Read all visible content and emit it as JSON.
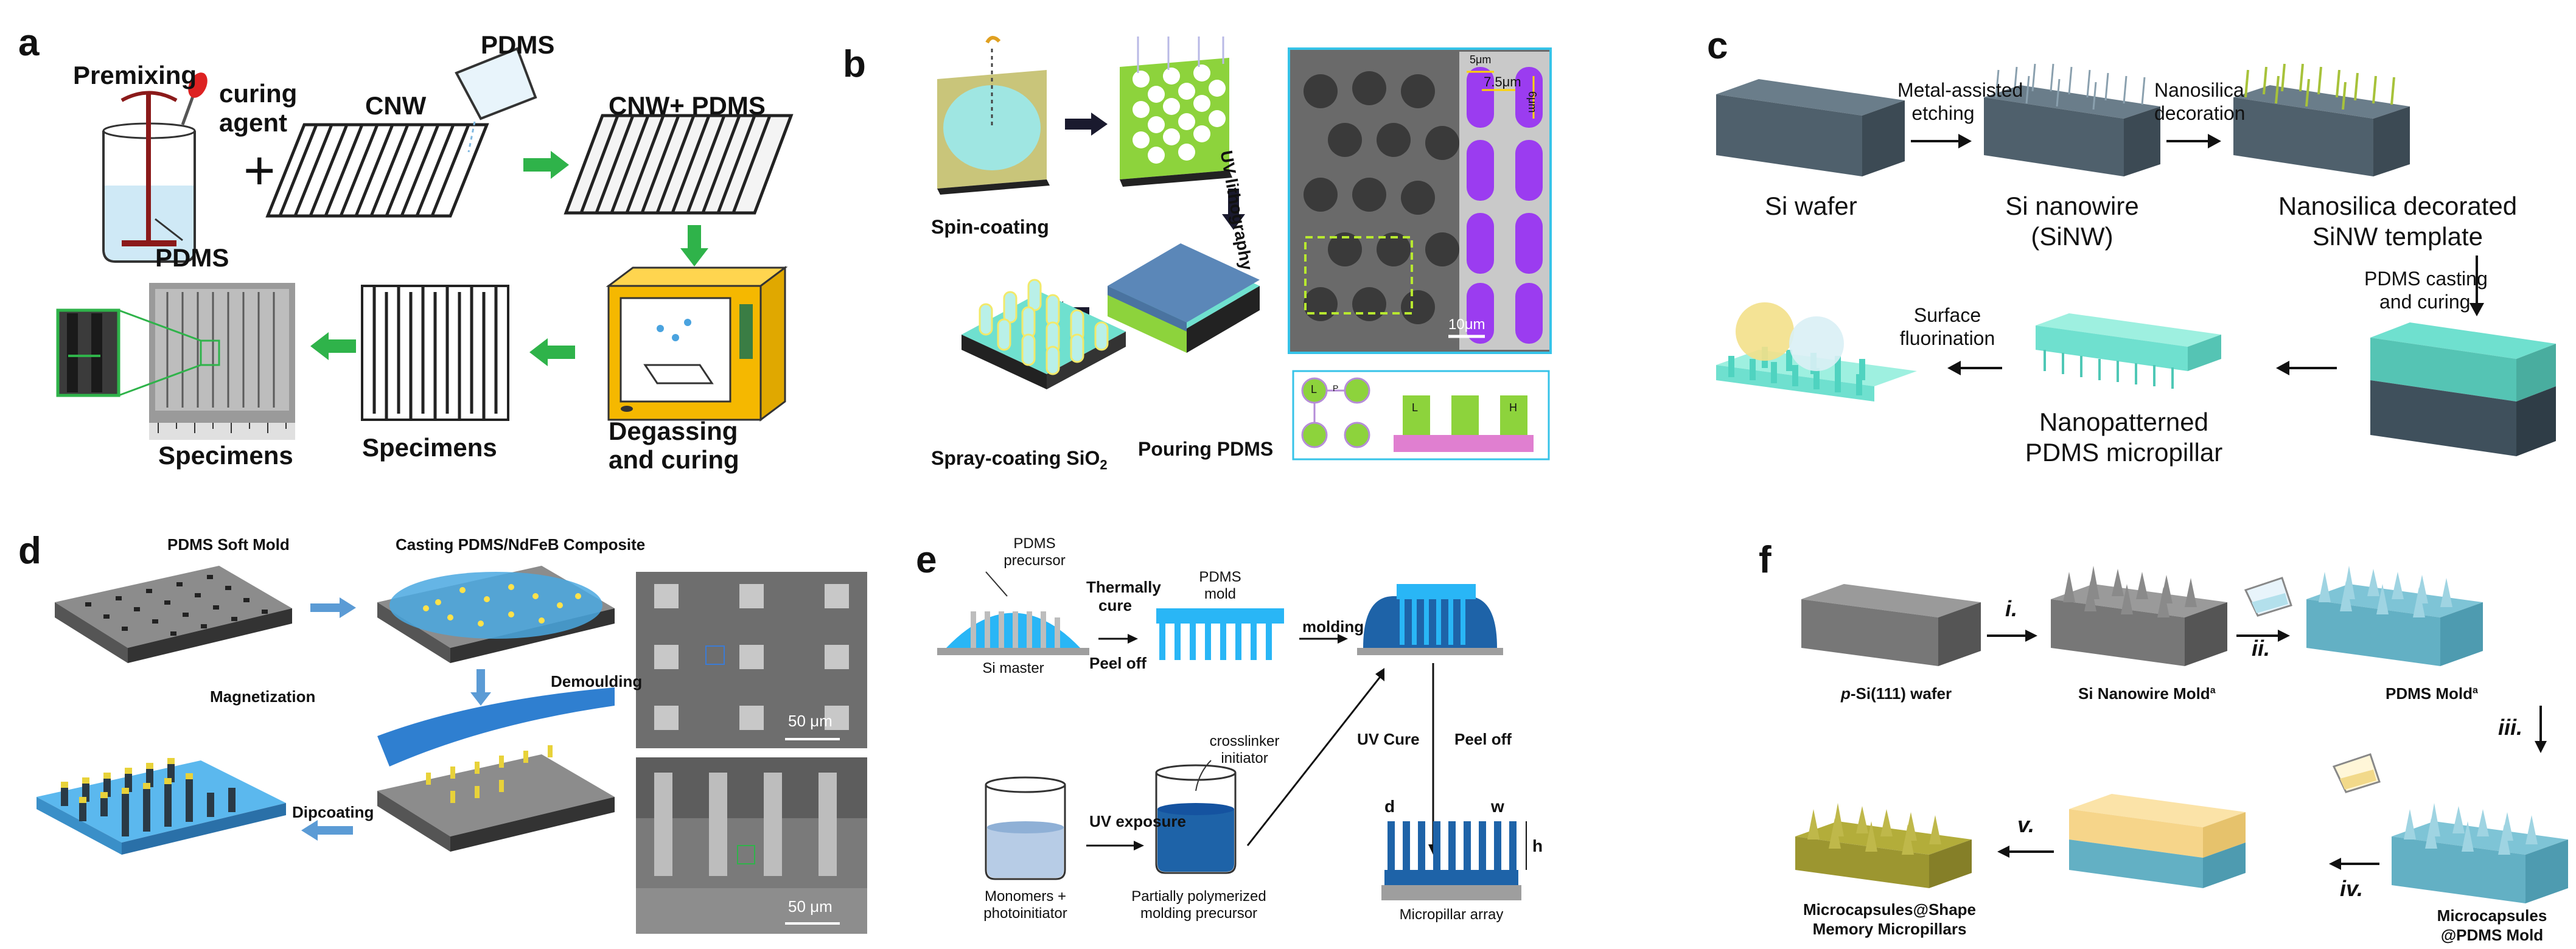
{
  "panels": {
    "a": {
      "letter": "a",
      "premixing": "Premixing",
      "curing_agent_1": "curing",
      "curing_agent_2": "agent",
      "pdms_top": "PDMS",
      "cnw": "CNW",
      "cnw_pdms": "CNW+ PDMS",
      "pdms_beaker": "PDMS",
      "degassing_1": "Degassing",
      "degassing_2": "and curing",
      "specimens_mid": "Specimens",
      "specimens_left": "Specimens",
      "plus": "+"
    },
    "b": {
      "letter": "b",
      "spin_coating": "Spin-coating",
      "uv_lithography": "UV lithography",
      "spray_coating": "Spray-coating SiO",
      "spray_sub": "2",
      "pouring": "Pouring PDMS",
      "dim1": "5μm",
      "dim2": "7.5μm",
      "dim3": "6μm",
      "scale": "10μm",
      "tag_l": "L",
      "tag_p": "P",
      "tag_h": "H"
    },
    "c": {
      "letter": "c",
      "si_wafer": "Si wafer",
      "mae_1": "Metal-assisted",
      "mae_2": "etching",
      "sinw_1": "Si nanowire",
      "sinw_2": "(SiNW)",
      "nano_dec_1": "Nanosilica",
      "nano_dec_2": "decoration",
      "ns_template_1": "Nanosilica decorated",
      "ns_template_2": "SiNW template",
      "casting_1": "PDMS casting",
      "casting_2": "and curing",
      "fluor_1": "Surface",
      "fluor_2": "fluorination",
      "nanopat_1": "Nanopatterned",
      "nanopat_2": "PDMS micropillar"
    },
    "d": {
      "letter": "d",
      "soft_mold": "PDMS Soft Mold",
      "casting": "Casting PDMS/NdFeB Composite",
      "demoulding": "Demoulding",
      "magnetization": "Magnetization",
      "dipcoating": "Dipcoating",
      "scale_top": "50 μm",
      "scale_bottom": "50 μm"
    },
    "e": {
      "letter": "e",
      "pdms_precursor_1": "PDMS",
      "pdms_precursor_2": "precursor",
      "si_master": "Si master",
      "thermally_1": "Thermally",
      "thermally_2": "cure",
      "peel_off_1": "Peel off",
      "pdms_mold_1": "PDMS",
      "pdms_mold_2": "mold",
      "molding": "molding",
      "uv_cure": "UV Cure",
      "peel_off_2": "Peel off",
      "crosslinker_1": "crosslinker",
      "crosslinker_2": "initiator",
      "uv_exposure": "UV exposure",
      "monomers_1": "Monomers +",
      "monomers_2": "photoinitiator",
      "partial_1": "Partially polymerized",
      "partial_2": "molding precursor",
      "d": "d",
      "w": "w",
      "h": "h",
      "array": "Micropillar array"
    },
    "f": {
      "letter": "f",
      "wafer_p": "p",
      "wafer_rest": "-Si(111) wafer",
      "nanowire_mold": "Si Nanowire Mold",
      "pdms_mold": "PDMS Mold",
      "sup_a": "a",
      "step_i": "i.",
      "step_ii": "ii.",
      "step_iii": "iii.",
      "step_iv": "iv.",
      "step_v": "v.",
      "mc_pdms_1": "Microcapsules",
      "mc_pdms_2": "@PDMS Mold",
      "mc_shape_1": "Microcapsules@Shape",
      "mc_shape_2": "Memory Micropillars"
    }
  },
  "colors": {
    "green_arrow": "#2fb34a",
    "black_arrow": "#1a1a2e",
    "light_blue_arrow": "#5b9bd5",
    "pdms_cyan": "#6fe0cf",
    "uv_green": "#8dd33c",
    "oven_yellow": "#f5b800",
    "mold_blue": "#1e88e5",
    "sem_gray": "#5a5a5a",
    "pillar_purple": "#9b3cf0"
  }
}
